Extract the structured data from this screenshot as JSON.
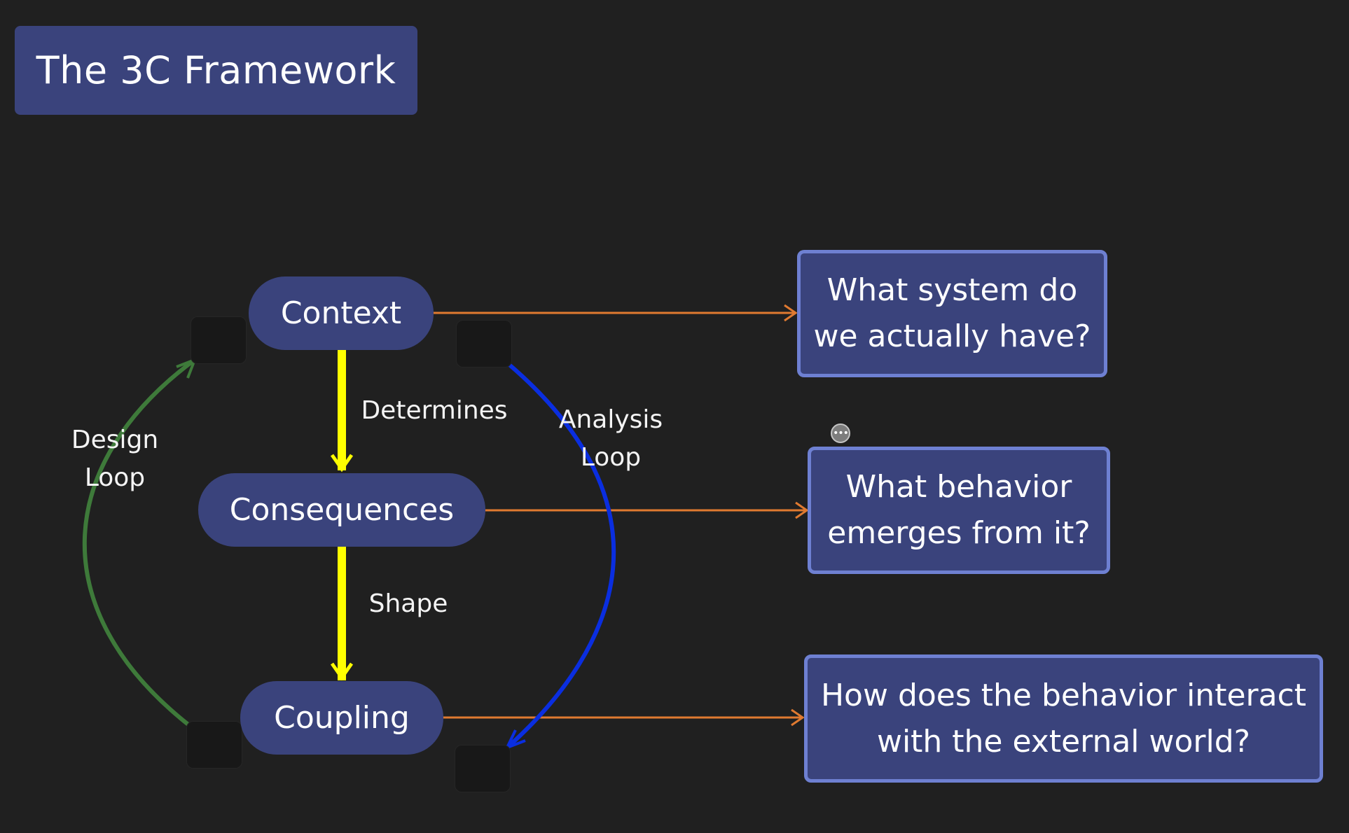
{
  "title": "The 3C Framework",
  "nodes": {
    "context": "Context",
    "consequences": "Consequences",
    "coupling": "Coupling"
  },
  "edges": {
    "determines": "Determines",
    "shape": "Shape",
    "design_loop": "Design\nLoop",
    "analysis_loop": "Analysis\nLoop"
  },
  "questions": {
    "q1": "What system do\nwe actually have?",
    "q2": "What behavior\nemerges from it?",
    "q3": "How does the behavior interact\nwith the external world?"
  },
  "colors": {
    "node_fill": "#3a437c",
    "question_border": "#6e80d2",
    "flow_arrow": "#ffff00",
    "design_loop": "#3e7a3a",
    "analysis_loop": "#0a2ee0",
    "connector": "#e07a30"
  },
  "icons": {
    "more": "more-options-icon"
  }
}
